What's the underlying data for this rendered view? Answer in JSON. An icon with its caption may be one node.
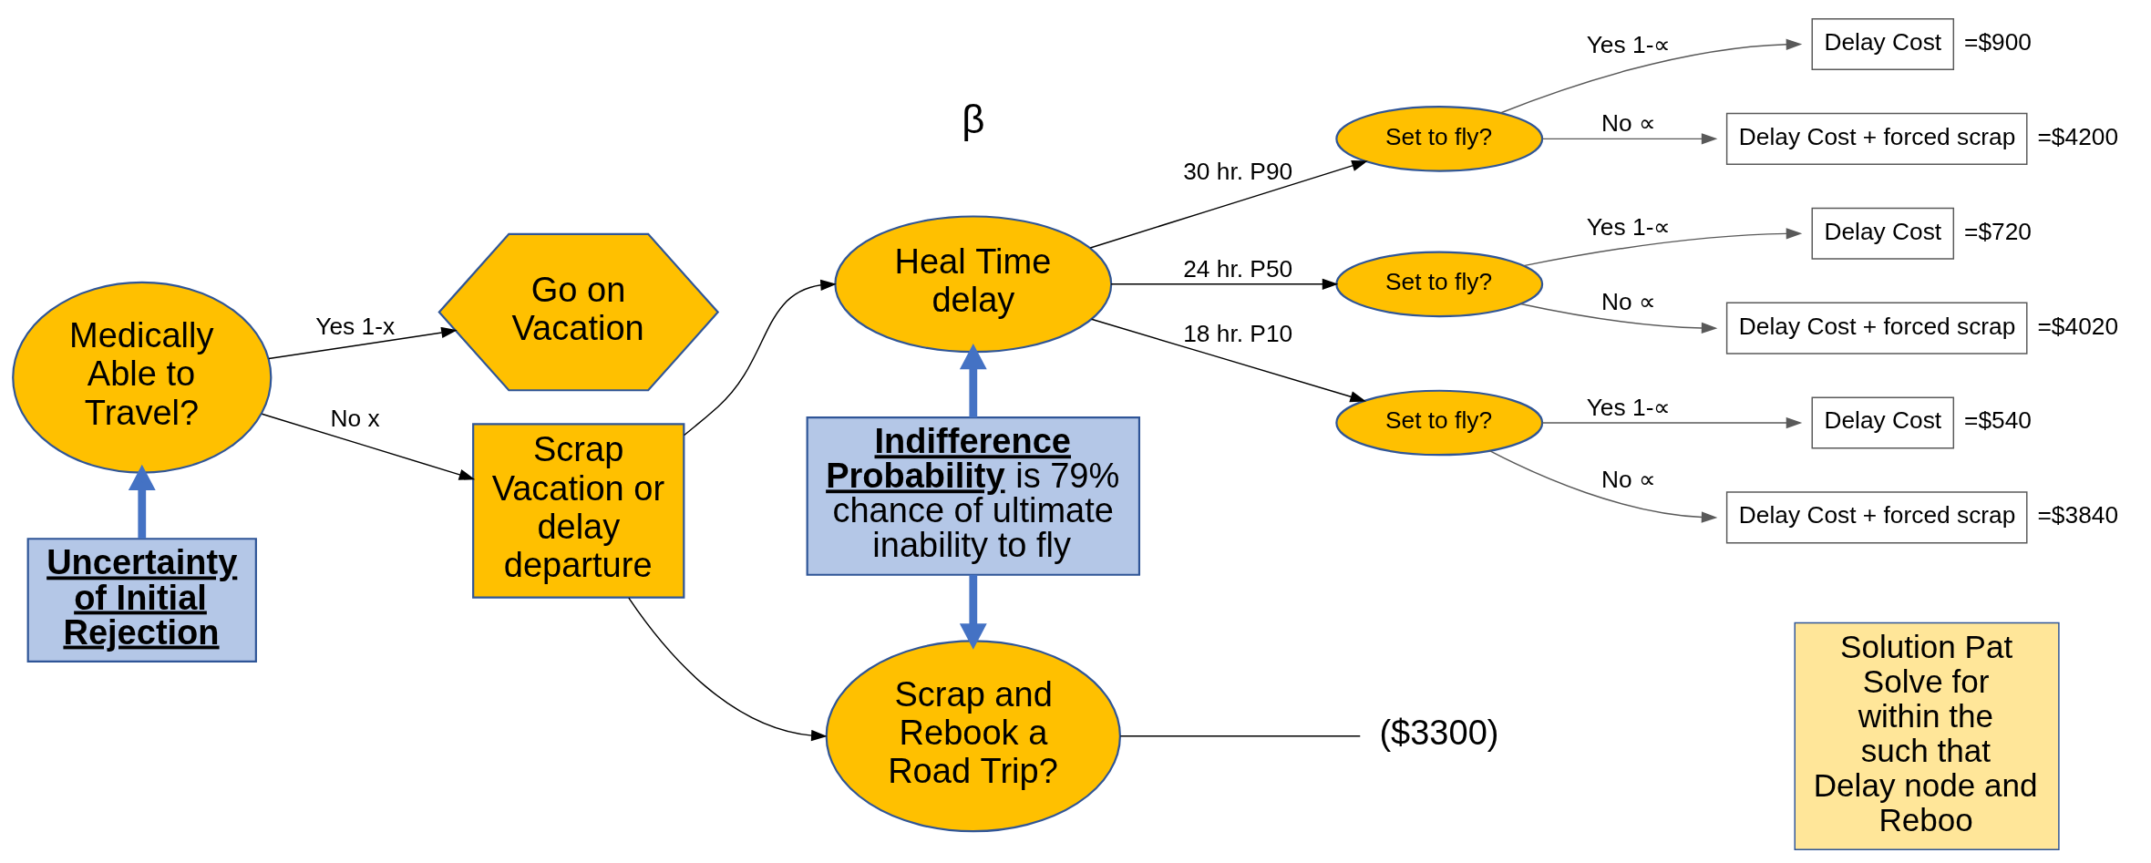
{
  "diagram": {
    "nodes": [
      {
        "text": [
          "Medically Able to Travel?"
        ]
      },
      {
        "text": [
          "Go on Vacation"
        ]
      },
      {
        "text": [
          "Scrap Vacation or delay departure"
        ]
      },
      {
        "text": [
          "Uncertainty of Initial Rejection"
        ]
      },
      {
        "text": [
          "Heal Time delay"
        ],
        "beside": [
          "β"
        ]
      },
      {
        "text": [
          "**Indifference Probability** is 79% chance of ultimate inability to fly"
        ]
      },
      {
        "text": [
          "Scrap and Rebook a Road Trip?"
        ]
      },
      {
        "text": [
          "($3300)"
        ]
      },
      {
        "text": [
          "Set to fly?"
        ]
      },
      {
        "text": [
          "Set to fly?"
        ]
      },
      {
        "text": [
          "Set to fly?"
        ]
      },
      {
        "text": [
          "Delay Cost"
        ],
        "beside": [
          "=$900"
        ]
      },
      {
        "text": [
          "Delay Cost + forced scrap"
        ],
        "beside": [
          "=$4200"
        ]
      },
      {
        "text": [
          "Delay Cost"
        ],
        "beside": [
          "=$720"
        ]
      },
      {
        "text": [
          "Delay Cost + forced scrap"
        ],
        "beside": [
          "=$4020"
        ]
      },
      {
        "text": [
          "Delay Cost"
        ],
        "beside": [
          "=$540"
        ]
      },
      {
        "text": [
          "Delay Cost + forced scrap"
        ],
        "beside": [
          "=$3840"
        ]
      },
      {
        "text": [
          "Solution Pat Solve for within the such that Delay node and Reboo"
        ]
      }
    ],
    "edges": [
      {
        "from": 0,
        "to": 1,
        "arrow": "to",
        "label": "Yes 1-x"
      },
      {
        "from": 0,
        "to": 2,
        "arrow": "to",
        "label": "No x"
      },
      {
        "from": 3,
        "to": 0,
        "arrow": "to",
        "style": "thick",
        "color": "#4472c4"
      },
      {
        "from": 2,
        "to": 4,
        "arrow": "to"
      },
      {
        "from": 2,
        "to": 6,
        "arrow": "to"
      },
      {
        "from": 5,
        "to": 4,
        "arrow": "to",
        "style": "thick",
        "color": "#4472c4"
      },
      {
        "from": 5,
        "to": 6,
        "arrow": "to",
        "style": "thick",
        "color": "#4472c4"
      },
      {
        "from": 6,
        "to": 7,
        "arrow": "none"
      },
      {
        "from": 4,
        "to": 8,
        "arrow": "to",
        "label": "30 hr. P90"
      },
      {
        "from": 4,
        "to": 9,
        "arrow": "to",
        "label": "24 hr. P50"
      },
      {
        "from": 4,
        "to": 10,
        "arrow": "to",
        "label": "18 hr. P10"
      },
      {
        "from": 8,
        "to": 11,
        "arrow": "to",
        "label": "Yes 1-∝",
        "color": "#595959"
      },
      {
        "from": 8,
        "to": 12,
        "arrow": "to",
        "label": "No ∝",
        "color": "#595959"
      },
      {
        "from": 9,
        "to": 13,
        "arrow": "to",
        "label": "Yes 1-∝",
        "color": "#595959"
      },
      {
        "from": 9,
        "to": 14,
        "arrow": "to",
        "label": "No ∝",
        "color": "#595959"
      },
      {
        "from": 10,
        "to": 15,
        "arrow": "to",
        "label": "Yes 1-∝",
        "color": "#595959"
      },
      {
        "from": 10,
        "to": 16,
        "arrow": "to",
        "label": "No ∝",
        "color": "#595959"
      }
    ]
  }
}
